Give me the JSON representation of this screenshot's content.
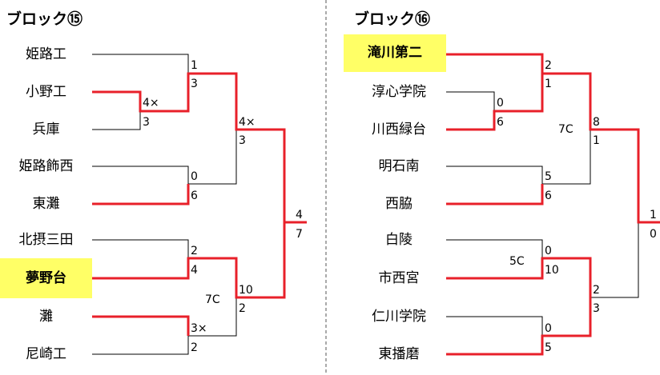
{
  "colors": {
    "winner_line": "#e8202a",
    "normal_line": "#000000",
    "highlight": "#ffff66",
    "divider": "#555555"
  },
  "blocks": [
    {
      "title": "ブロック⑮",
      "teams": [
        "姫路工",
        "小野工",
        "兵庫",
        "姫路飾西",
        "東灘",
        "北摂三田",
        "夢野台",
        "灘",
        "尼崎工"
      ],
      "highlighted": "夢野台",
      "scores": {
        "r1_top": "4×",
        "r1_bot": "3",
        "qf1_top": "1",
        "qf1_bot": "3",
        "qf2_top": "0",
        "qf2_bot": "6",
        "qf3_top": "2",
        "qf3_bot": "4",
        "qf4_top": "3×",
        "qf4_bot": "2",
        "sf1_top": "4×",
        "sf1_bot": "3",
        "sf2_top": "10",
        "sf2_bot": "2",
        "f_top": "4",
        "f_bot": "7"
      },
      "notes": [
        "7C"
      ]
    },
    {
      "title": "ブロック⑯",
      "teams": [
        "滝川第二",
        "淳心学院",
        "川西緑台",
        "明石南",
        "西脇",
        "白陵",
        "市西宮",
        "仁川学院",
        "東播磨"
      ],
      "highlighted": "滝川第二",
      "scores": {
        "q2_top": "0",
        "q2_bot": "6",
        "q1_top": "2",
        "q1_bot": "1",
        "q3_top": "5",
        "q3_bot": "6",
        "q4_top": "0",
        "q4_bot": "10",
        "q5_top": "0",
        "q5_bot": "5",
        "s1_top": "8",
        "s1_bot": "1",
        "s2_top": "2",
        "s2_bot": "3",
        "f_top": "1",
        "f_bot": "0"
      },
      "notes": [
        "7C",
        "5C"
      ]
    }
  ]
}
